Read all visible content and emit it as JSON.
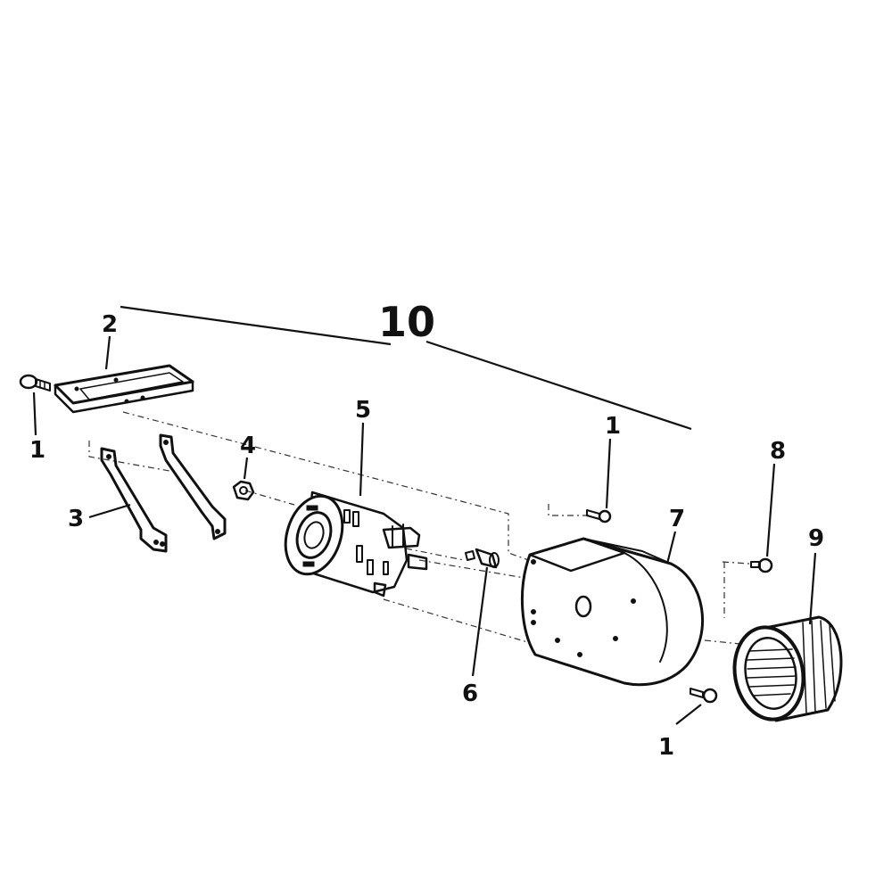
{
  "callouts": {
    "assembly": "10",
    "screw_left": "1",
    "mount_plate": "2",
    "bracket": "3",
    "nut": "4",
    "motor": "5",
    "coupling": "6",
    "blower_housing": "7",
    "set_screw": "8",
    "blower_wheel": "9",
    "screw_housing_top": "1",
    "screw_housing_bottom": "1"
  },
  "colors": {
    "ink": "#111111",
    "background": "#ffffff"
  }
}
